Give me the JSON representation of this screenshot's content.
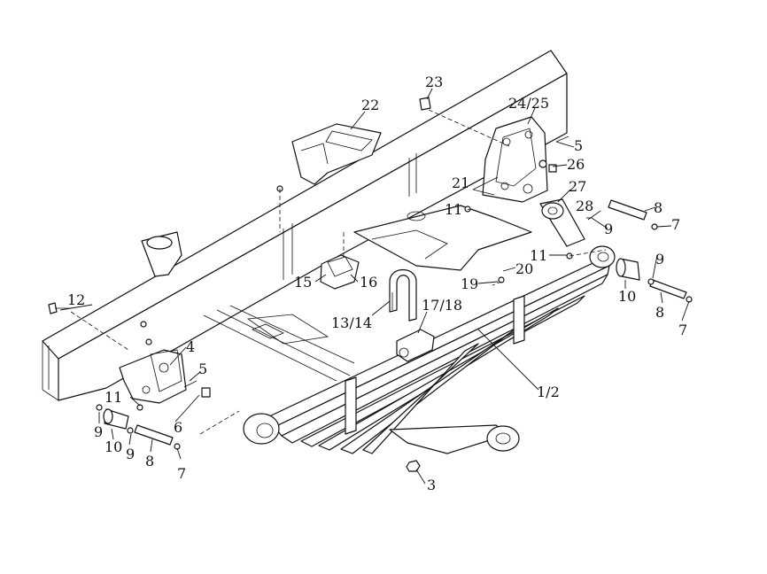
{
  "callouts": {
    "c1_2": "1/2",
    "c3": "3",
    "c4": "4",
    "c5a": "5",
    "c5b": "5",
    "c6": "6",
    "c7a": "7",
    "c7b": "7",
    "c7c": "7",
    "c8a": "8",
    "c8b": "8",
    "c8c": "8",
    "c9a": "9",
    "c9b": "9",
    "c9c": "9",
    "c9d": "9",
    "c10a": "10",
    "c10b": "10",
    "c11a": "11",
    "c11b": "11",
    "c11c": "11",
    "c12": "12",
    "c13_14": "13/14",
    "c15": "15",
    "c16": "16",
    "c17_18": "17/18",
    "c19": "19",
    "c20": "20",
    "c21": "21",
    "c22": "22",
    "c23": "23",
    "c24_25": "24/25",
    "c26": "26",
    "c27": "27",
    "c28": "28"
  }
}
